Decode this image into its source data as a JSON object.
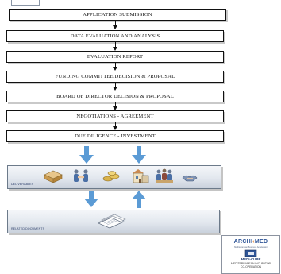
{
  "flow": {
    "steps": [
      "APPLICATION SUBMISSION",
      "DATA EVALUATION AND ANALYSIS",
      "EVALUATION REPORT",
      "FUNDING COMMITTEE DECISION & PROPOSAL",
      "BOARD OF DIRECTOR DECISION & PROPOSAL",
      "NEGOTIATIONS - AGREEMENT",
      "DUE DILIGENCE - INVESTMENT"
    ]
  },
  "deliverables": {
    "label": "DELIVERABLES",
    "icons": [
      "package-icon",
      "handshake-icon",
      "coins-icon",
      "building-icon",
      "meeting-icon",
      "handshake-small-icon"
    ]
  },
  "related": {
    "label": "RELATED DOCUMENTS",
    "icon": "documents-icon"
  },
  "logo": {
    "brand_left": "ARCHI",
    "brand_right": "MED",
    "tagline": "Mediterranean Business Accelerator",
    "sub_brand": "MEDI-CUBE",
    "description": "MEDITERRANEAN INCUBATOR CO-OPERATION"
  },
  "colors": {
    "step_border": "#111111",
    "panel_border": "#6c7a8a",
    "arrow": "#5b9bd5",
    "logo_accent": "#2f5597"
  }
}
